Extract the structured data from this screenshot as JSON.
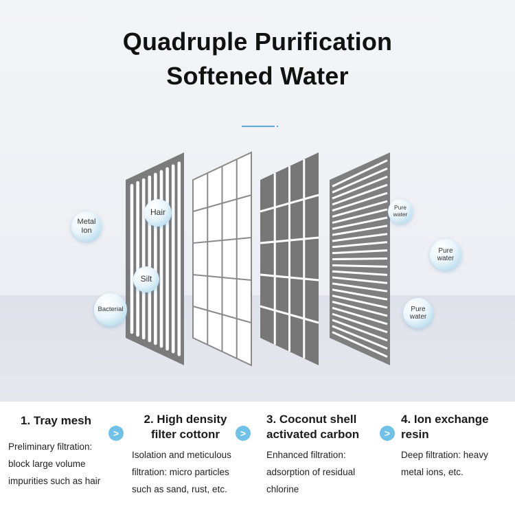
{
  "title": {
    "line1": "Quadruple Purification",
    "line2": "Softened Water"
  },
  "bubbles": {
    "metal_ion": [
      "Metal",
      "Ion"
    ],
    "hair": "Hair",
    "silt": "Silt",
    "bacterial": "Bacterial",
    "pure_water_1": [
      "Pure",
      "water"
    ],
    "pure_water_2": [
      "Pure",
      "water"
    ],
    "pure_water_3": [
      "Pure",
      "water"
    ]
  },
  "steps": [
    {
      "title": [
        "1. Tray mesh"
      ],
      "desc": [
        "Preliminary filtration:",
        "block large volume",
        "impurities such as hair"
      ]
    },
    {
      "title": [
        "2. High density",
        "filter cottonr"
      ],
      "desc": [
        "Isolation and meticulous",
        "filtration: micro particles",
        "such as sand, rust, etc."
      ]
    },
    {
      "title": [
        "3. Coconut shell",
        "activated carbon"
      ],
      "desc": [
        "Enhanced filtration:",
        "adsorption of residual",
        "chlorine"
      ]
    },
    {
      "title": [
        "4. Ion exchange",
        "resin"
      ],
      "desc": [
        "Deep filtration: heavy",
        "metal ions, etc."
      ]
    }
  ],
  "arrow_glyph": ">",
  "colors": {
    "accent": "#5aa9d8",
    "arrow": "#6fc1e8",
    "panel_gray": "#7d7d7d"
  }
}
